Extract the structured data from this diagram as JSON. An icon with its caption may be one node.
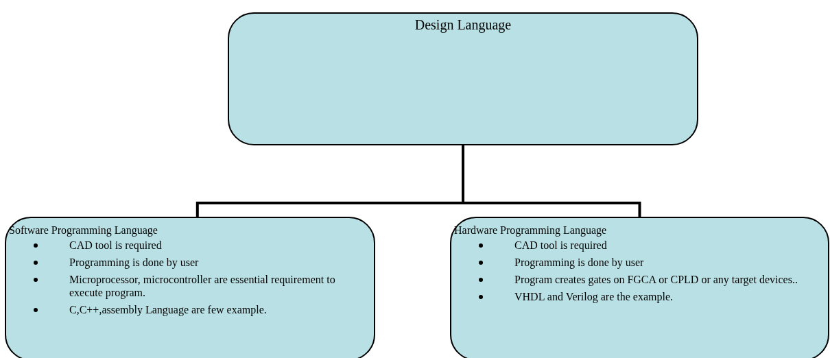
{
  "diagram": {
    "nodes": [
      {
        "text": [
          "Design Language"
        ]
      },
      {
        "text": [
          "Software Programming Language",
          "CAD tool is required",
          "Programming is done by user",
          "Microprocessor, microcontroller are essential requirement to execute program.",
          "C,C++,assembly Language are few example."
        ]
      },
      {
        "text": [
          "Hardware Programming Language",
          "CAD tool is required",
          "Programming is done by user",
          "Program creates gates on FGCA or CPLD or any target devices..",
          "VHDL and Verilog are the example."
        ]
      }
    ],
    "edges": [
      {
        "from": 0,
        "to": 1,
        "arrow": "none"
      },
      {
        "from": 0,
        "to": 2,
        "arrow": "none"
      }
    ]
  }
}
